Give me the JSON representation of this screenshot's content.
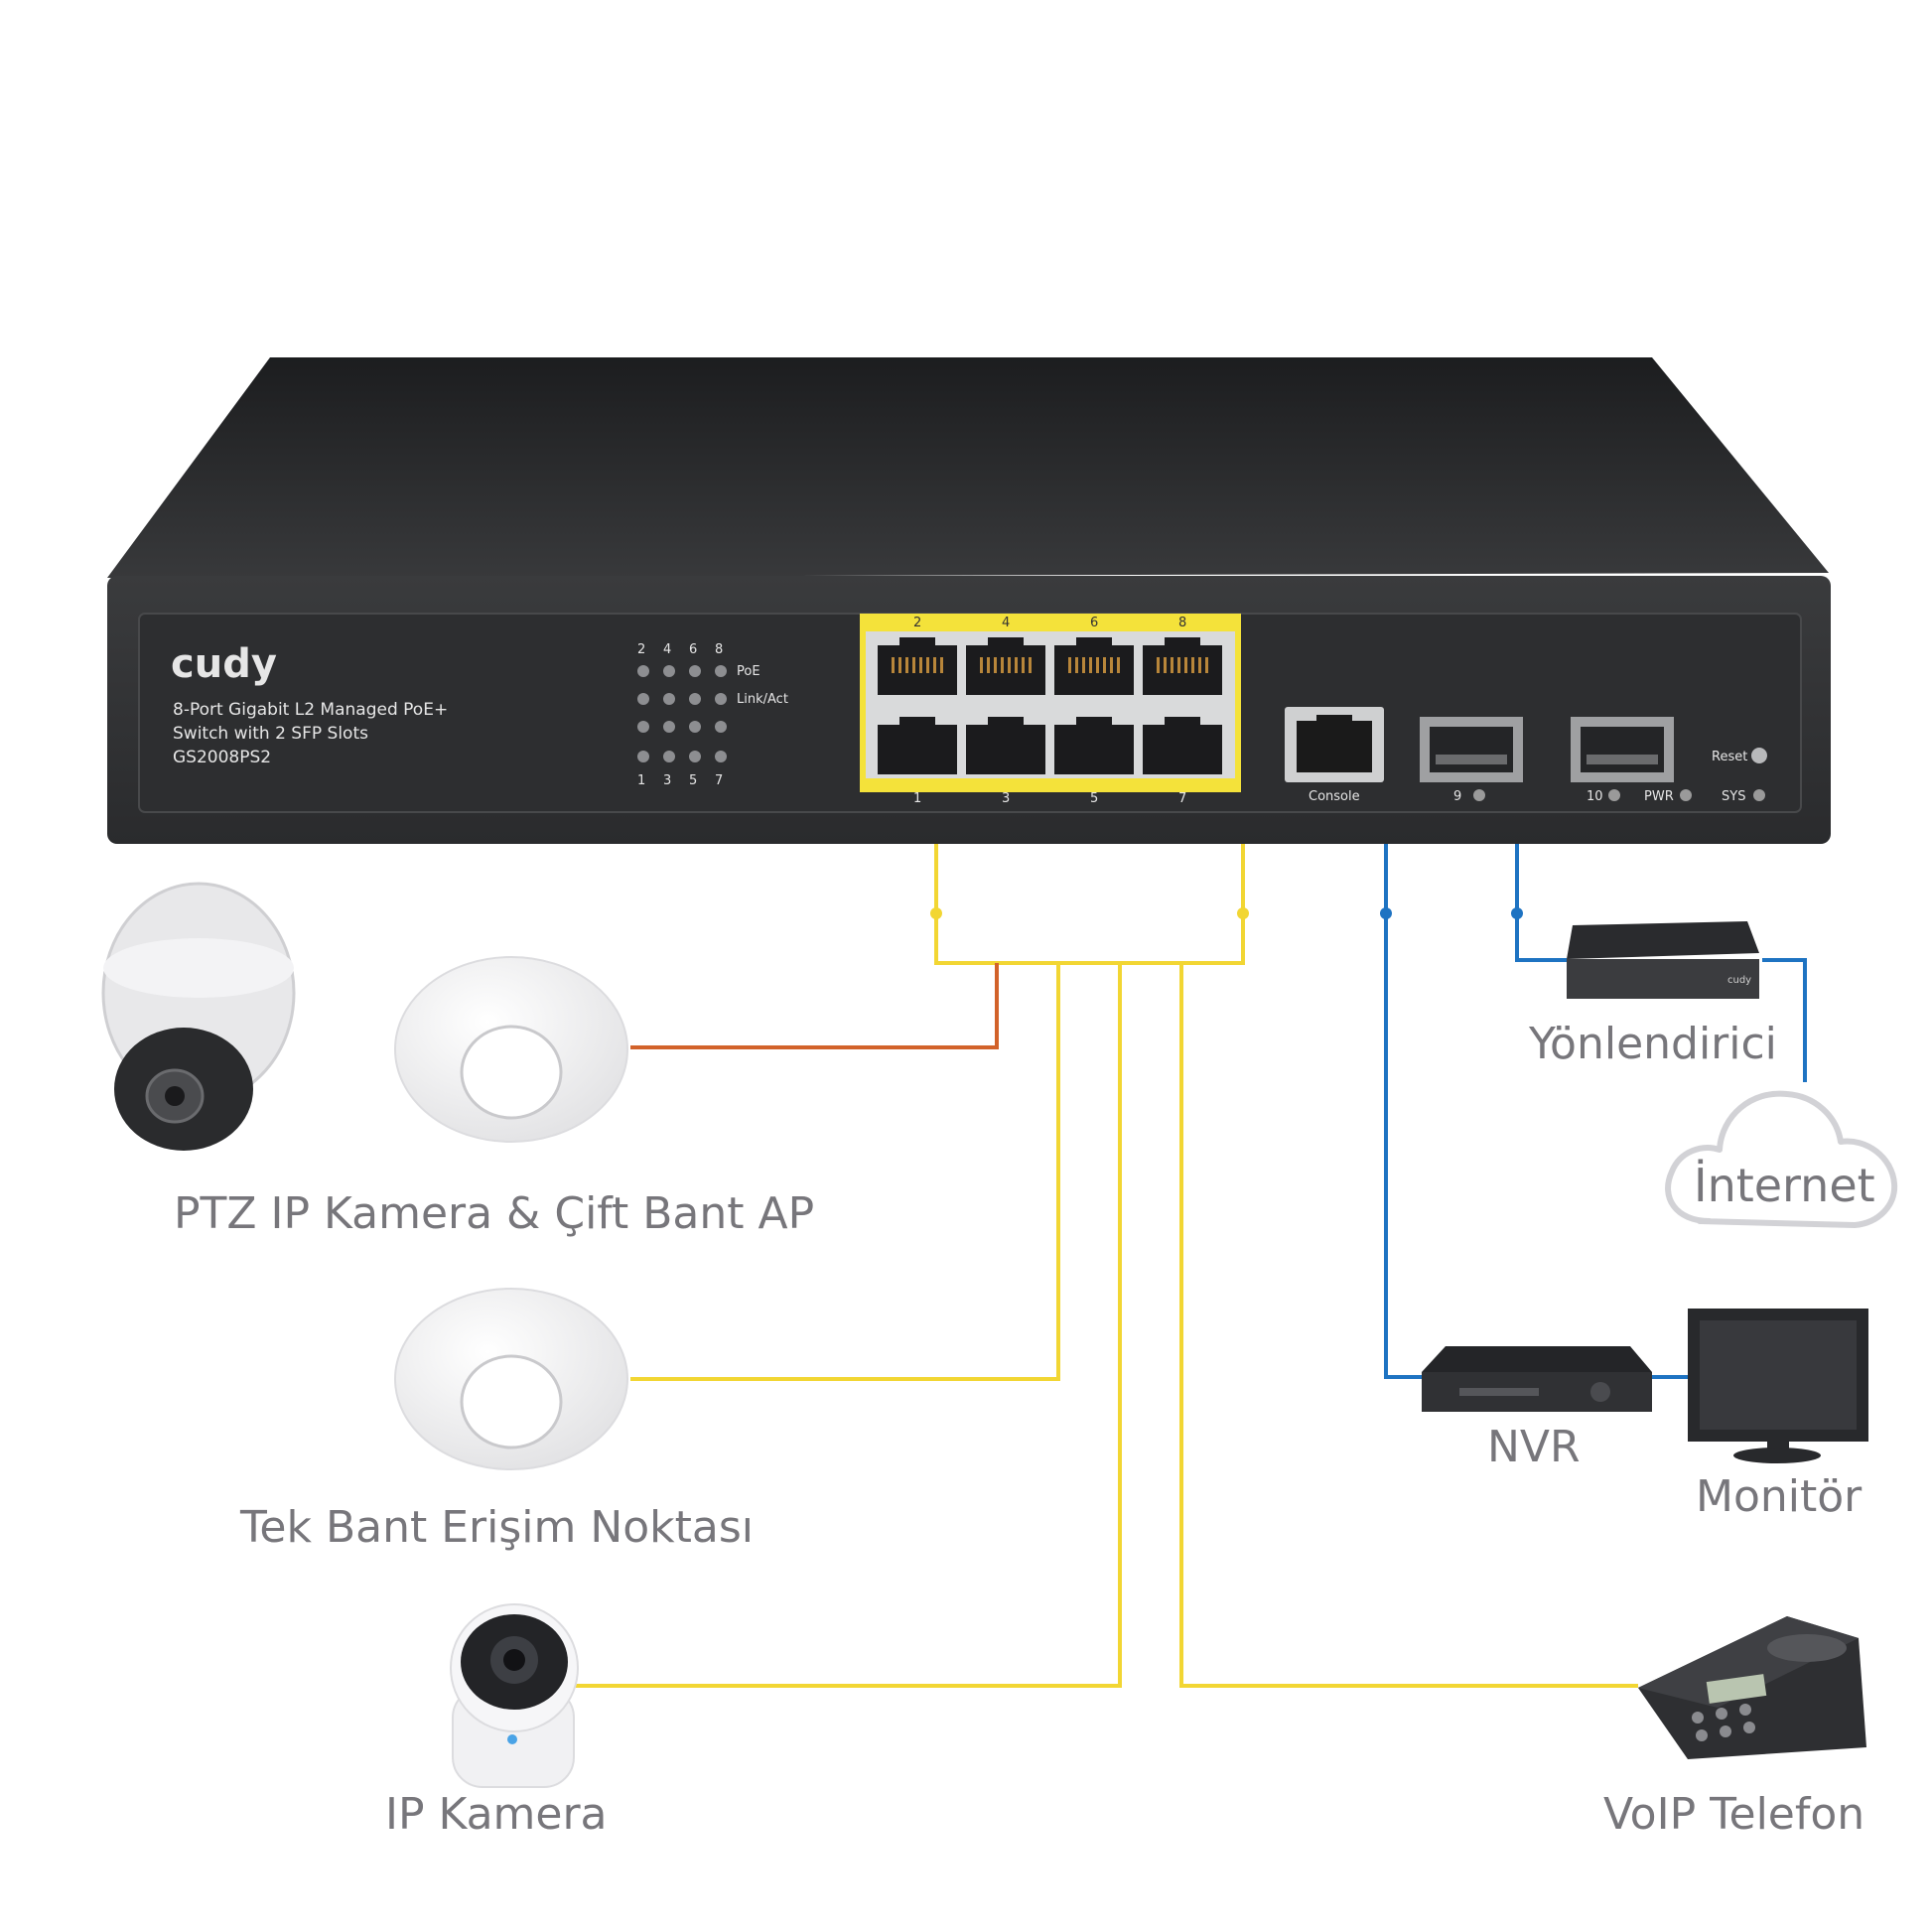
{
  "switch": {
    "brand": "cudy",
    "desc_line1": "8-Port Gigabit L2 Managed PoE+",
    "desc_line2": "Switch with 2 SFP Slots",
    "model": "GS2008PS2",
    "led_top_numbers": [
      "2",
      "4",
      "6",
      "8"
    ],
    "led_bottom_numbers": [
      "1",
      "3",
      "5",
      "7"
    ],
    "led_poe_label": "PoE",
    "led_link_label": "Link/Act",
    "port_top_numbers": [
      "2",
      "4",
      "6",
      "8"
    ],
    "port_bottom_numbers": [
      "1",
      "3",
      "5",
      "7"
    ],
    "console_label": "Console",
    "sfp_label_9": "9",
    "sfp_label_10": "10",
    "pwr_label": "PWR",
    "reset_label": "Reset",
    "sys_label": "SYS"
  },
  "devices": {
    "ptz_label": "PTZ IP Kamera & Çift Bant AP",
    "single_band_label": "Tek Bant Erişim Noktası",
    "ip_camera_label": "IP Kamera",
    "router_label": "Yönlendirici",
    "router_brand": "cudy",
    "internet_label": "İnternet",
    "nvr_label": "NVR",
    "monitor_label": "Monitör",
    "voip_label": "VoIP Telefon"
  },
  "colors": {
    "poe_line": "#f2d633",
    "data_line": "#1e73c2",
    "orange_line": "#d2622a",
    "label_text": "#77767b",
    "switch_body": "#2b2c2e",
    "port_highlight": "#f4e23a"
  }
}
